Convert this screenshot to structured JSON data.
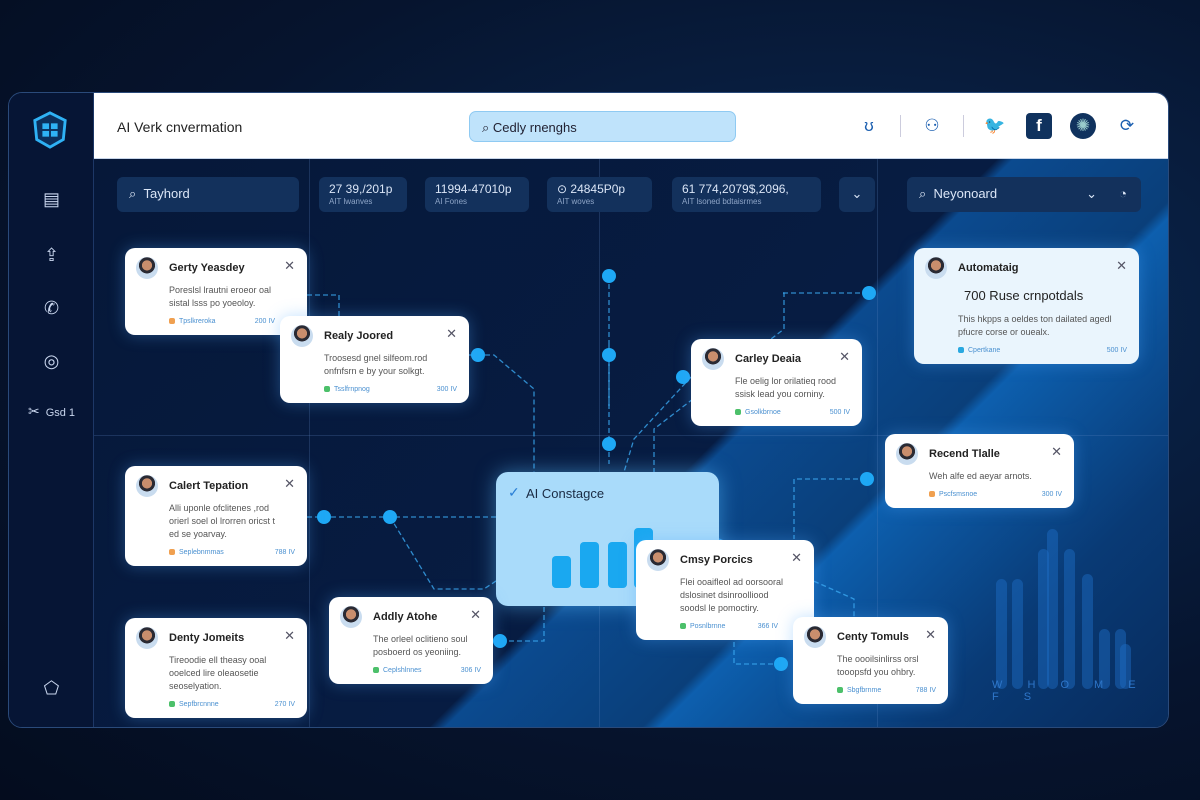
{
  "app": {
    "title": "AI Verk cnvermation"
  },
  "header": {
    "search_value": "Cedly rnenghs",
    "icons": [
      "notification-icon",
      "user-icon",
      "twitter-icon",
      "facebook-icon",
      "globe-icon",
      "settings-icon"
    ]
  },
  "sidebar": {
    "items": [
      {
        "icon": "dashboard-icon"
      },
      {
        "icon": "share-icon"
      },
      {
        "icon": "phone-icon"
      },
      {
        "icon": "globe-icon"
      },
      {
        "icon": "tools-icon",
        "label": "Gsd 1"
      },
      {
        "icon": "help-icon"
      }
    ]
  },
  "toolbar": {
    "left_search": "Tayhord",
    "right_search": "Neyonoard",
    "stats": [
      {
        "value": "27 39,/201p",
        "label": "AIT lwanves"
      },
      {
        "value": "11994-47010p",
        "label": "AI Fones"
      },
      {
        "value": "⊙ 24845P0p",
        "label": "AIT woves"
      },
      {
        "value": "61 774,2079$,2096,",
        "label": "AIT lsoned bdtaisrmes"
      }
    ]
  },
  "center": {
    "title": "AI Constagce"
  },
  "cards": [
    {
      "name": "Gerty Yeasdey",
      "desc": "Poreslsl lrautni eroeor oal sistal lsss po yoeoloy.",
      "tag": "Tpslkreroka",
      "value": "200 IV",
      "tag_color": "#f0a050"
    },
    {
      "name": "Realy Joored",
      "desc": "Troosesd gnel silfeom.rod onfnfsrn e by your solkgt.",
      "tag": "Tsslfrnpnog",
      "value": "300 IV",
      "tag_color": "#4cc06a"
    },
    {
      "name": "Carley Deaia",
      "desc": "Fle oelig lor orilatieq rood ssisk lead you corniny.",
      "tag": "Gsolkbrnoe",
      "value": "500 IV",
      "tag_color": "#4cc06a"
    },
    {
      "name": "Automataig",
      "subtitle": "700 Ruse crnpotdals",
      "desc": "This hkpps a oeldes ton dailated agedl pfucre corse or ouealx.",
      "tag": "Cpertkane",
      "value": "500 IV",
      "tag_color": "#2aa8e0"
    },
    {
      "name": "Recend Tlalle",
      "desc": "Weh alfe ed aeyar arnots.",
      "tag": "Pscfsmsnoe",
      "value": "300 IV",
      "tag_color": "#f0a050"
    },
    {
      "name": "Calert Tepation",
      "desc": "Alli uponle ofclitenes ,rod orierl soel ol lrorren oricst t ed se yoarvay.",
      "tag": "Seplebnmmas",
      "value": "788 IV",
      "tag_color": "#f0a050"
    },
    {
      "name": "Denty Jomeits",
      "desc": "Tireoodie ell theasy ooal ooelced lire oleaosetie seoselyation.",
      "tag": "Sepfbrcnnne",
      "value": "270 IV",
      "tag_color": "#4cc06a"
    },
    {
      "name": "Addly Atohe",
      "desc": "The orleel oclitieno soul posboerd os yeoniing.",
      "tag": "Ceplshlnnes",
      "value": "306 IV",
      "tag_color": "#4cc06a"
    },
    {
      "name": "Cmsy Porcics",
      "desc": "Flei ooaifleol ad oorsooral dslosinet dsinroolliood soodsl le pomoctiry.",
      "tag": "Posnlbrnne",
      "value": "366 IV",
      "tag_color": "#4cc06a"
    },
    {
      "name": "Centy Tomuls",
      "desc": "The oooilsinlirss orsl tooopsfd you ohbry.",
      "tag": "Sbgfbrnme",
      "value": "788 IV",
      "tag_color": "#4cc06a"
    }
  ],
  "decor_labels": "WHOMEFS"
}
